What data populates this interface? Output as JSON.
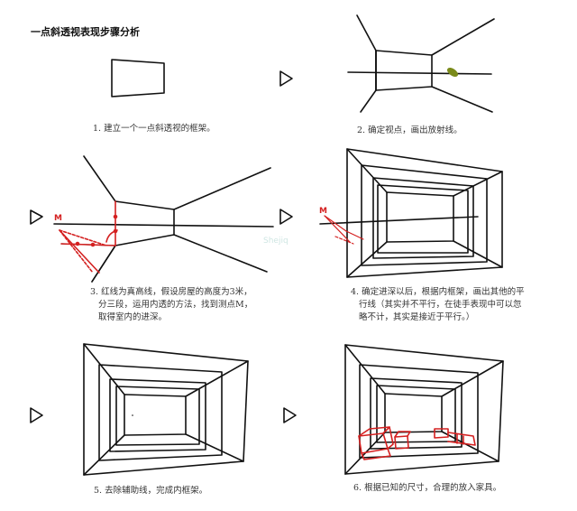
{
  "title": "一点斜透视表现步骤分析",
  "steps": [
    {
      "num": "1",
      "caption": [
        "1. 建立一个一点斜透视的框架。"
      ]
    },
    {
      "num": "2",
      "caption": [
        "2. 确定视点，画出放射线。"
      ]
    },
    {
      "num": "3",
      "caption": [
        "3. 红线为真高线，假设房屋的高度为3米，",
        "分三段，运用内透的方法，找到测点M，",
        "取得室内的进深。"
      ]
    },
    {
      "num": "4",
      "caption": [
        "4. 确定进深以后，根据内框架，画出其他的平",
        "行线（其实并不平行，在徒手表现中可以忽",
        "略不计，其实是接近于平行。）"
      ]
    },
    {
      "num": "5",
      "caption": [
        "5. 去除辅助线，完成内框架。"
      ]
    },
    {
      "num": "6",
      "caption": [
        "6. 根据已知的尺寸，合理的放入家具。"
      ]
    }
  ],
  "labels": {
    "measure_point": "M"
  },
  "watermark": "Shejiq",
  "colors": {
    "ink": "#111111",
    "red": "#d42020",
    "highlight": "#7a8a1a",
    "watermark": "#cfe6e3"
  }
}
